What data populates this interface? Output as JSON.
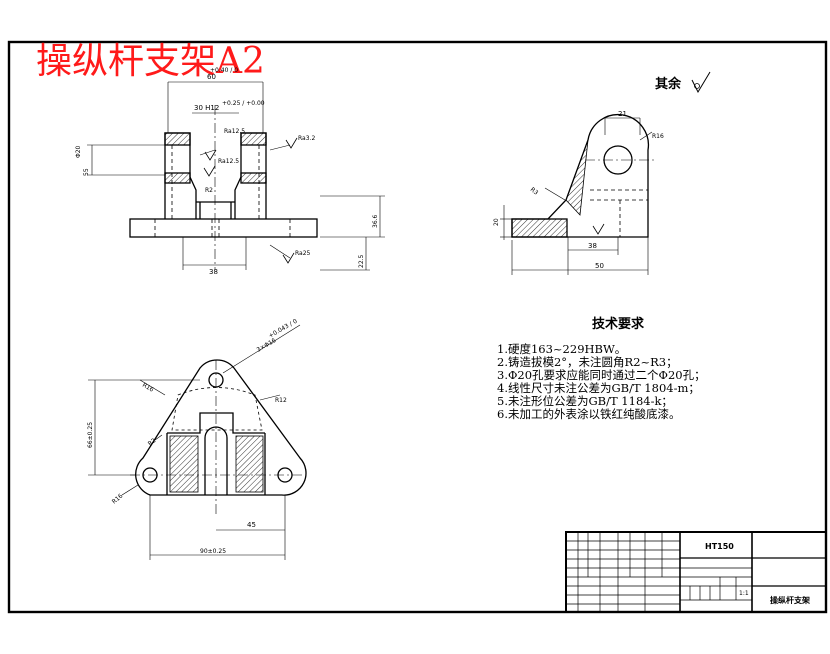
{
  "drawing_title": "操纵杆支架A2",
  "surface_finish_note": "其余",
  "tech_requirements": {
    "heading": "技术要求",
    "items": [
      "1.硬度163~229HBW。",
      "2.铸造拔模2°，未注圆角R2~R3；",
      "3.Φ20孔要求应能同时通过二个Φ20孔；",
      "4.线性尺寸未注公差为GB/T 1804-m；",
      "5.未注形位公差为GB/T 1184-k；",
      "6.未加工的外表涂以铁红纯酸底漆。"
    ]
  },
  "title_block": {
    "material": "HT150",
    "part_name": "操纵杆支架",
    "scale": "1:1"
  },
  "dimensions": {
    "front": {
      "top_width": "60",
      "top_width_tol": "+0.40 / 0",
      "slot_width": "30 H12",
      "slot_tol": "+0.25 / +0.00",
      "rough_1": "Ra12.5",
      "rough_2": "Ra3.2",
      "rough_3": "Ra12.5",
      "rough_4": "Ra25",
      "left_dia": "Φ20",
      "left_height": "55",
      "base_dim": "38",
      "right_dim_1": "36.6",
      "right_dim_2": "22.5",
      "radius": "R2"
    },
    "side": {
      "top_dim": "21",
      "top_radius": "R16",
      "fillet": "R3",
      "thickness": "20",
      "base_dim": "38",
      "total_width": "50"
    },
    "plan": {
      "hole_note": "3×Φ16",
      "hole_tol": "+0.043 / 0",
      "left_height": "66±0.25",
      "radius_1": "R16",
      "radius_2": "R12",
      "radius_3": "R2",
      "half_width": "45",
      "total_width": "90±0.25"
    }
  }
}
